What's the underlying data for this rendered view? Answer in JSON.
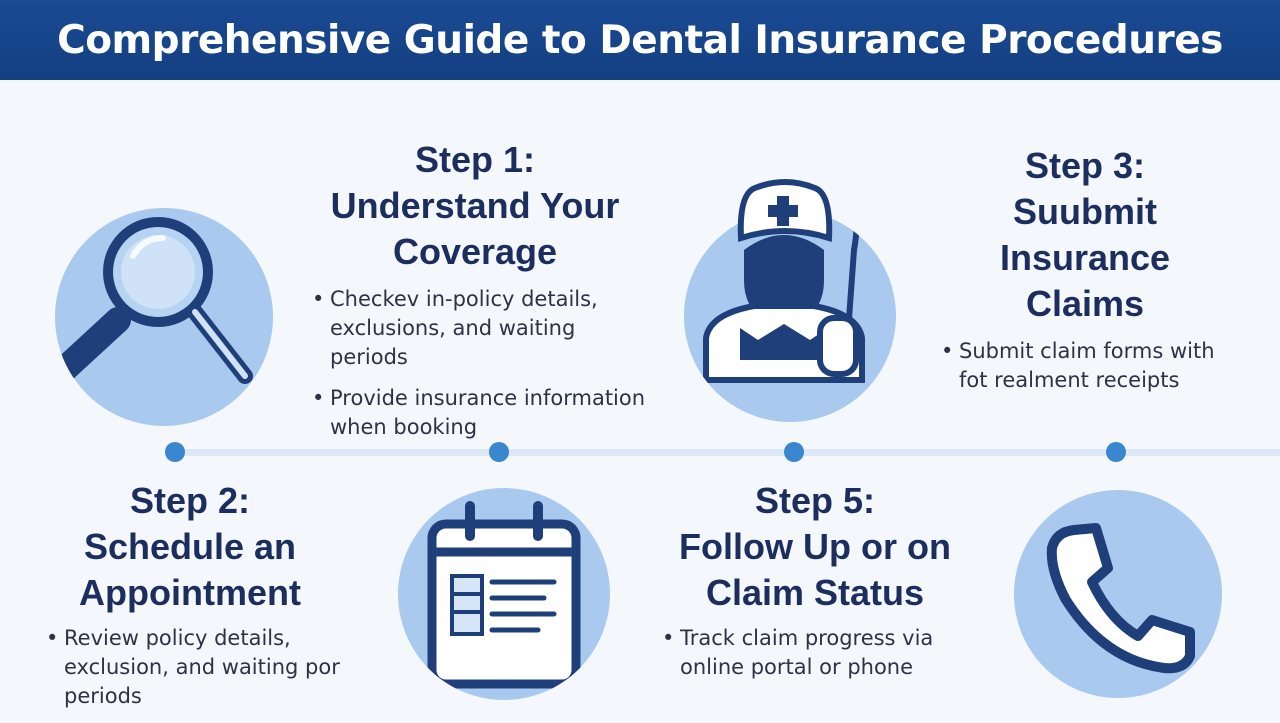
{
  "header": {
    "title": "Comprehensive Guide to Dental Insurance Procedures"
  },
  "steps": [
    {
      "title_line1": "Step 1:",
      "title_line2": "Understand Your",
      "title_line3": "Coverage",
      "bullets": [
        "Checkev in-policy details, exclusions, and waiting periods",
        "Provide insurance information when booking"
      ]
    },
    {
      "title_line1": "Step 2:",
      "title_line2": "Schedule an",
      "title_line3": "Appointment",
      "bullets": [
        "Review policy details, exclusion, and waiting por periods"
      ]
    },
    {
      "title_line1": "Step 3:",
      "title_line2": "Suubmit",
      "title_line3": "Insurance",
      "title_line4": "Claims",
      "bullets": [
        "Submit claim forms with fot realment receipts"
      ]
    },
    {
      "title_line1": "Step 5:",
      "title_line2": "Follow Up or on",
      "title_line3": "Claim Status",
      "bullets": [
        "Track claim progress via online portal or phone"
      ]
    }
  ],
  "icons": {
    "magnifier": "magnifying-glass-icon",
    "dentist": "dentist-icon",
    "calendar": "calendar-icon",
    "phone": "phone-icon"
  },
  "colors": {
    "header_bg": "#1a4b93",
    "icon_circle": "#a9c9ee",
    "icon_stroke": "#1e3f7a",
    "timeline_dot": "#3b87cf"
  }
}
